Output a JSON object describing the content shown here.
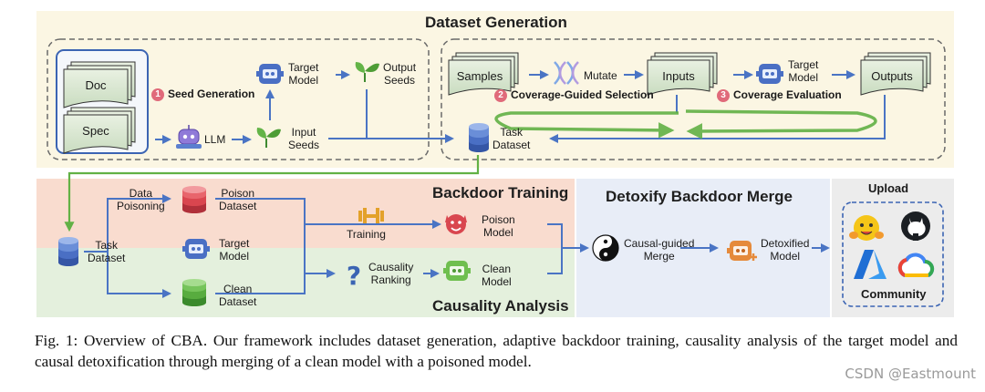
{
  "diagram": {
    "sections": {
      "dataset_generation": "Dataset Generation",
      "backdoor_training": "Backdoor Training",
      "causality_analysis": "Causality Analysis",
      "detoxify_merge": "Detoxify Backdoor Merge",
      "upload": "Upload",
      "community": "Community"
    },
    "nodes": {
      "doc": "Doc",
      "spec": "Spec",
      "llm": "LLM",
      "target_model_gen": "Target\nModel",
      "output_seeds": "Output\nSeeds",
      "input_seeds": "Input\nSeeds",
      "samples": "Samples",
      "mutate": "Mutate",
      "inputs": "Inputs",
      "target_model_eval": "Target\nModel",
      "outputs": "Outputs",
      "task_dataset_top": "Task\nDataset",
      "task_dataset_left": "Task\nDataset",
      "data_poisoning": "Data\nPoisoning",
      "poison_dataset": "Poison\nDataset",
      "target_model_mid": "Target\nModel",
      "clean_dataset": "Clean\nDataset",
      "training": "Training",
      "poison_model": "Poison\nModel",
      "causality_ranking": "Causality\nRanking",
      "clean_model": "Clean\nModel",
      "causal_guided_merge": "Causal-guided\nMerge",
      "detoxified_model": "Detoxified\nModel"
    },
    "steps": [
      {
        "num": "1",
        "label": "Seed Generation"
      },
      {
        "num": "2",
        "label": "Coverage-Guided Selection"
      },
      {
        "num": "3",
        "label": "Coverage Evaluation"
      }
    ]
  },
  "caption": "Fig. 1: Overview of CBA. Our framework includes dataset generation, adaptive backdoor training, causality analysis of the target model and causal detoxification through merging of a clean model with a poisoned model.",
  "watermark": "CSDN @Eastmount",
  "colors": {
    "gen_bg": "#fbf6e3",
    "training_bg": "#f9dccf",
    "causality_bg": "#e4f0dd",
    "merge_bg": "#e8edf7",
    "upload_bg": "#ececec",
    "arrow_blue": "#4a74c4",
    "arrow_green": "#62b145",
    "doc_panel_border": "#3b64b3",
    "badge": "#e06a7a"
  }
}
